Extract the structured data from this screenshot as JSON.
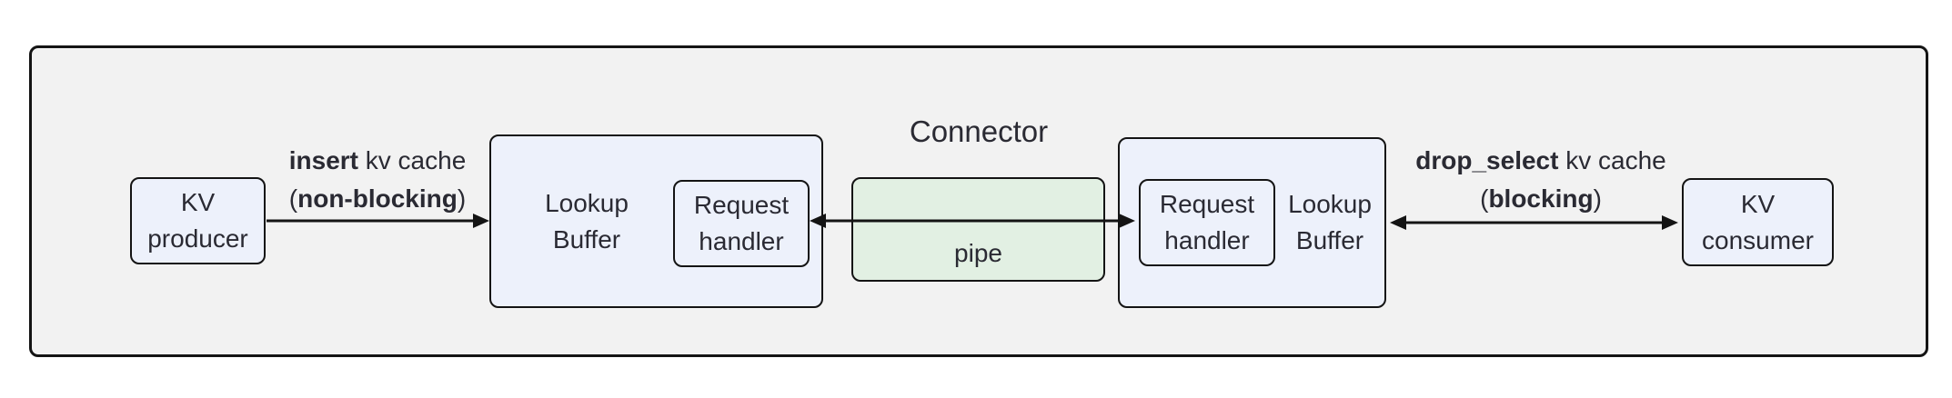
{
  "diagram": {
    "title": "Connector",
    "nodes": {
      "kv_producer": {
        "line1": "KV",
        "line2": "producer"
      },
      "lookup_buffer_left": {
        "line1": "Lookup",
        "line2": "Buffer"
      },
      "request_handler_left": {
        "line1": "Request",
        "line2": "handler"
      },
      "pipe": {
        "label": "pipe"
      },
      "request_handler_right": {
        "line1": "Request",
        "line2": "handler"
      },
      "lookup_buffer_right": {
        "line1": "Lookup",
        "line2": "Buffer"
      },
      "kv_consumer": {
        "line1": "KV",
        "line2": "consumer"
      }
    },
    "edges": {
      "insert": {
        "verb": "insert",
        "object": " kv cache",
        "open": "(",
        "mode": "non-blocking",
        "close": ")"
      },
      "drop_select": {
        "verb": "drop_select",
        "object": " kv cache",
        "open": "(",
        "mode": "blocking",
        "close": ")"
      }
    },
    "colors": {
      "container_fill": "#f2f2f2",
      "node_fill": "#edf1fb",
      "pipe_fill": "#e2f0e3",
      "border": "#141414",
      "text": "#2a2a33"
    }
  }
}
